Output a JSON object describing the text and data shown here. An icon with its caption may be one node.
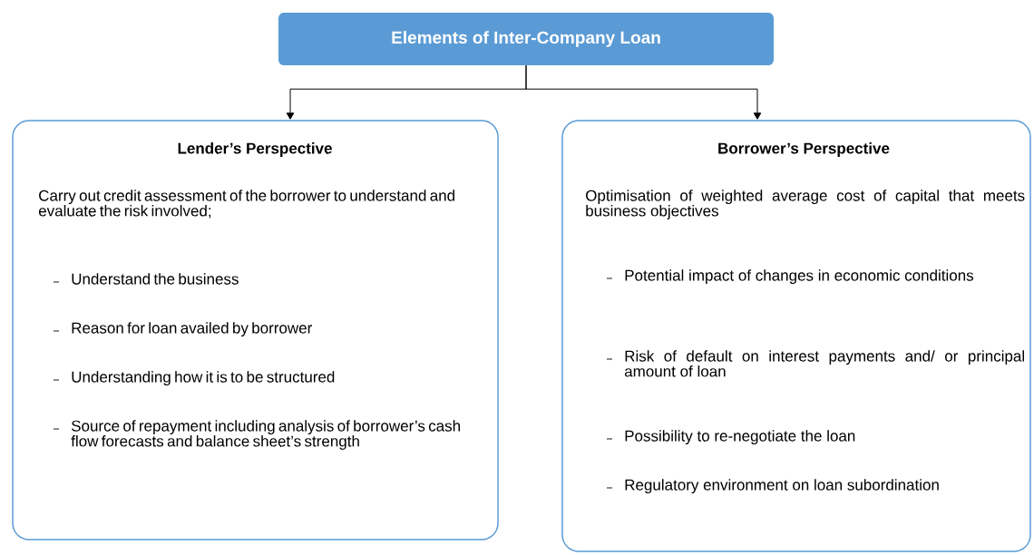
{
  "diagram": {
    "nodes": [
      {
        "text": [
          "Elements of Inter-Company Loan"
        ]
      },
      {
        "text": [
          "Lender’s Perspective",
          "Carry out credit assessment of the borrower to understand and evaluate the risk involved;",
          "Understand the business",
          "Reason for loan availed by borrower",
          "Understanding how it is to be structured",
          "Source of repayment including analysis of borrower’s cash flow forecasts and balance sheet’s strength"
        ]
      },
      {
        "text": [
          "Borrower’s Perspective",
          "Optimisation of weighted average cost of capital that meets business objectives",
          "Potential impact of changes in economic conditions",
          "Risk of default on interest payments and/ or principal amount of loan",
          "Possibility to re-negotiate the loan",
          "Regulatory environment on loan subordination"
        ]
      }
    ],
    "edges": [
      {
        "from": 0,
        "to": 1,
        "arrow": "to"
      },
      {
        "from": 0,
        "to": 2,
        "arrow": "to"
      }
    ]
  }
}
